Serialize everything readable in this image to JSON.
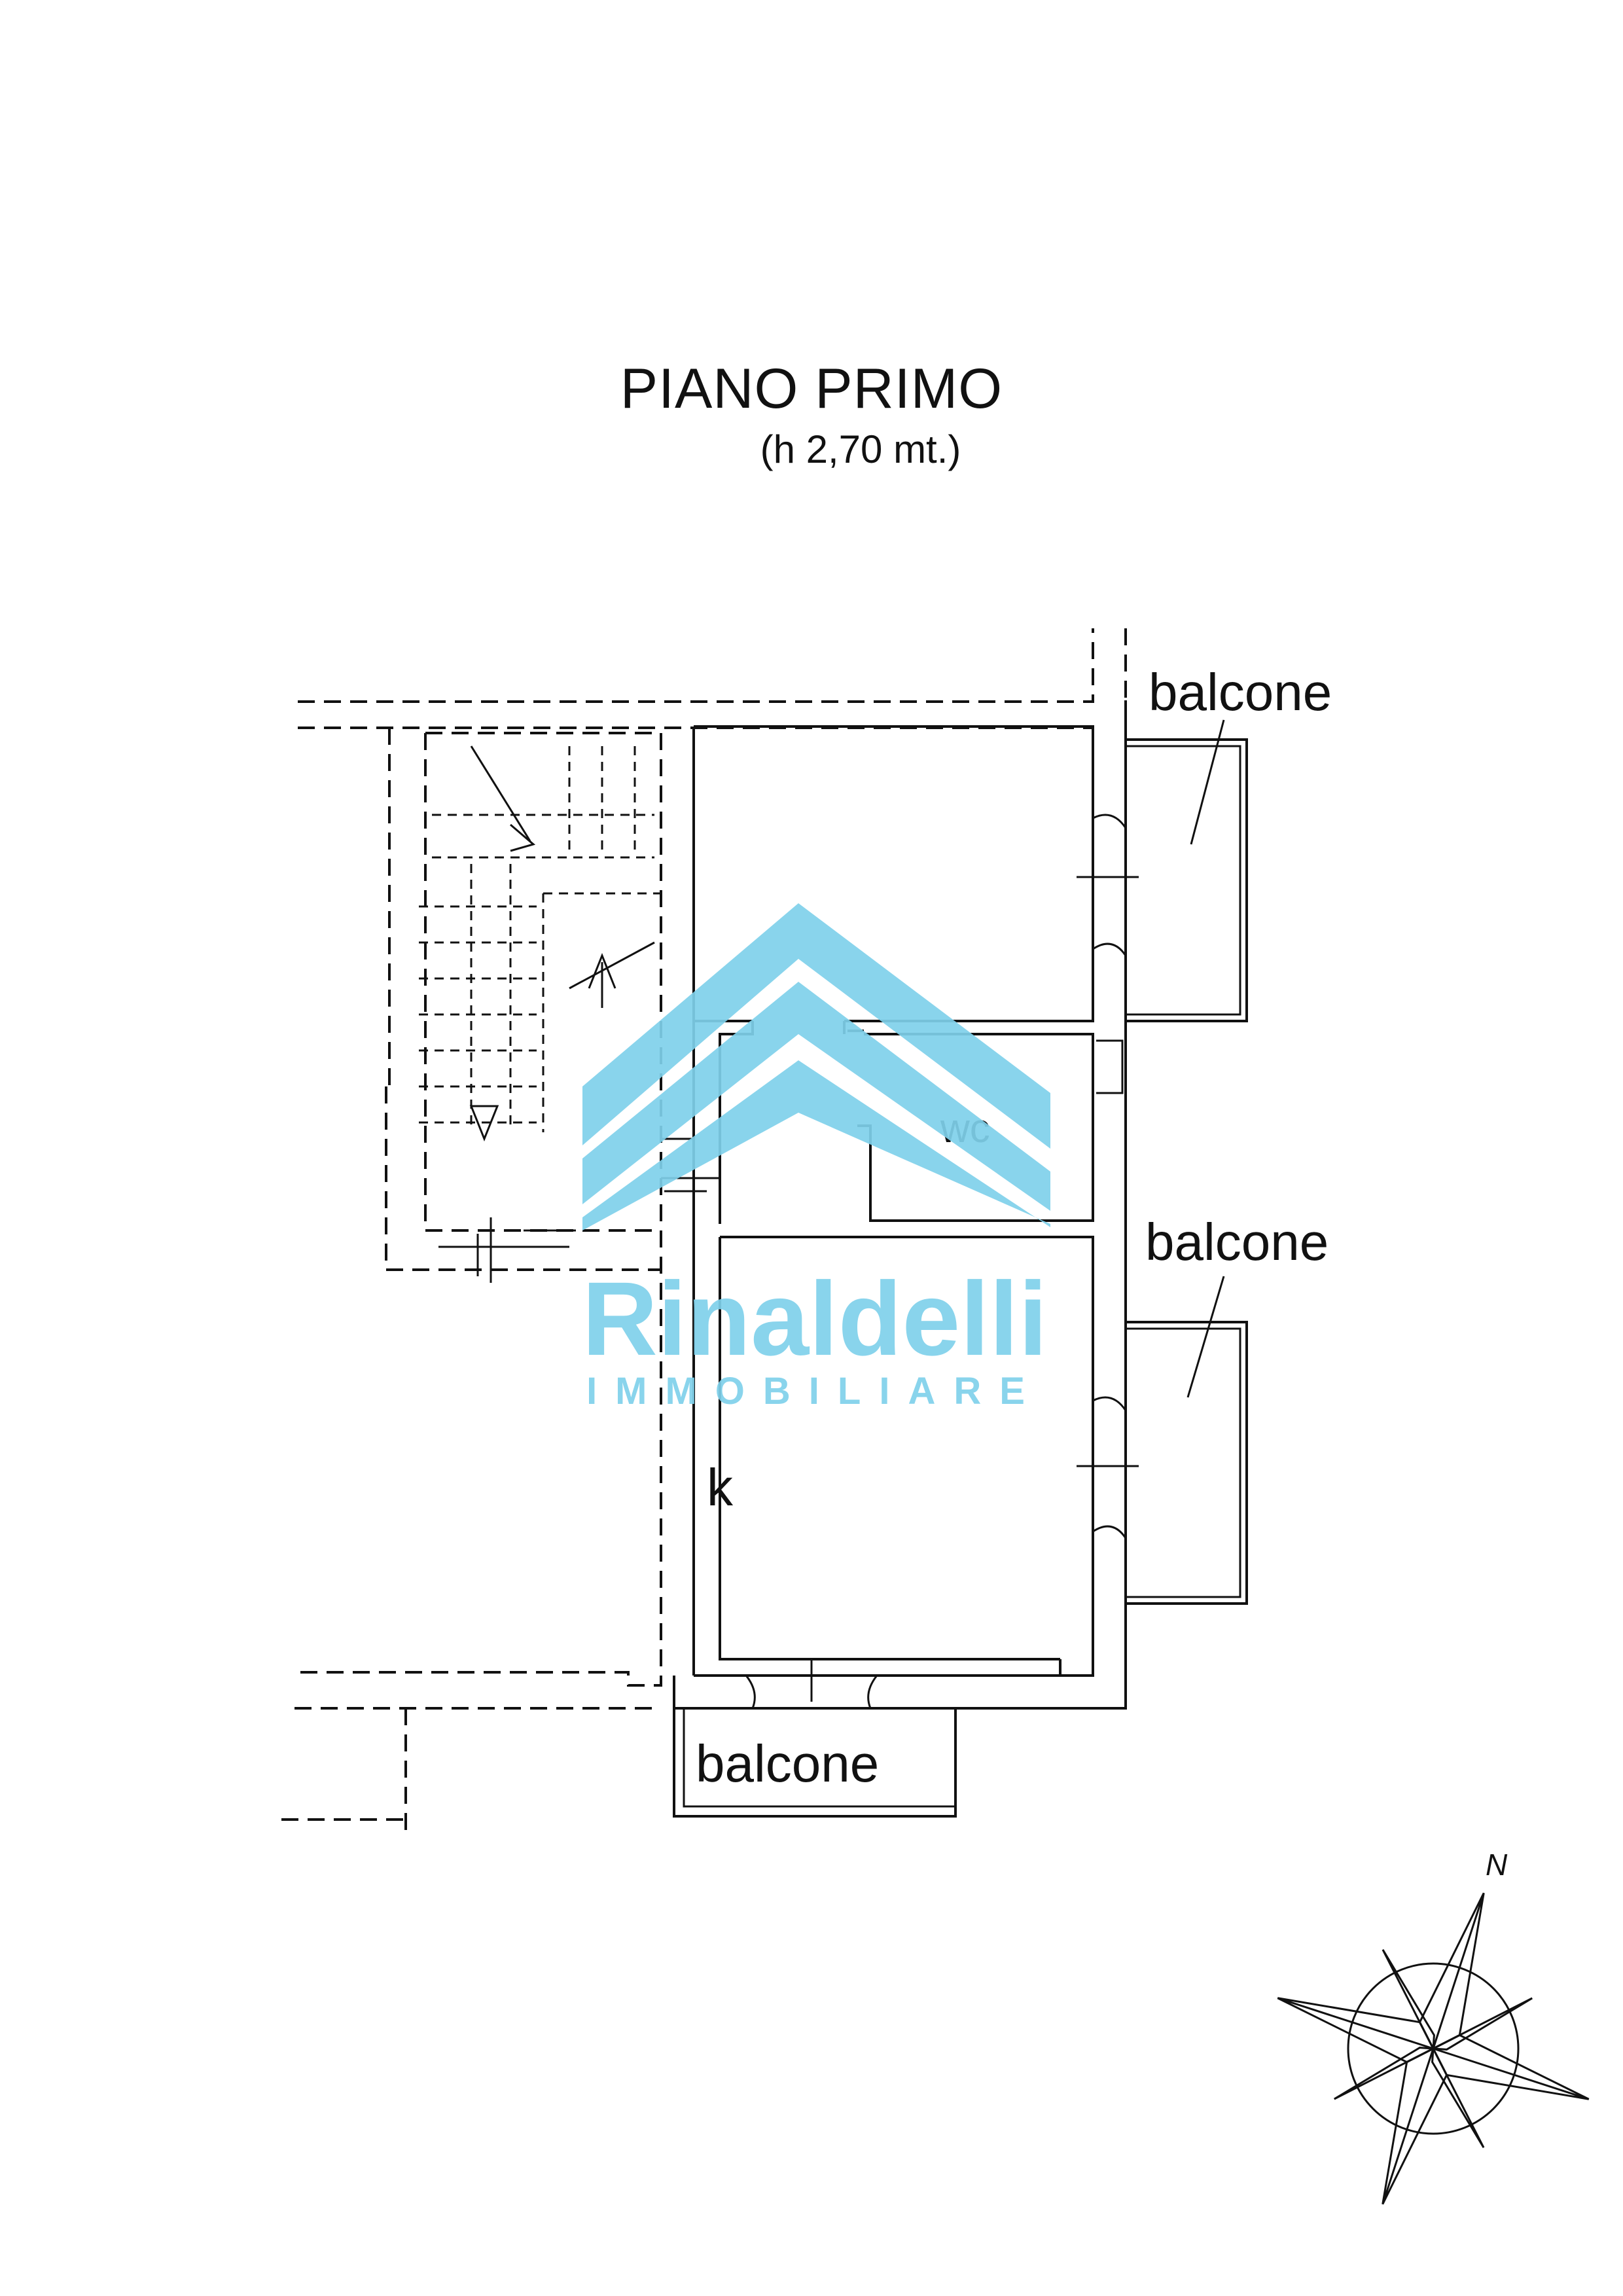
{
  "floor": {
    "title": "PIANO PRIMO",
    "height_note": "(h 2,70 mt.)"
  },
  "rooms": {
    "wc": "wc",
    "k": "k",
    "balcone_east_upper": "balcone",
    "balcone_east_lower": "balcone",
    "balcone_south": "balcone"
  },
  "watermark": {
    "brand": "Rinaldelli",
    "tagline": "IMMOBILIARE",
    "color": "#7fd0ea"
  },
  "compass": {
    "north_label": "N"
  },
  "colors": {
    "lines": "#111111",
    "background": "#ffffff"
  }
}
